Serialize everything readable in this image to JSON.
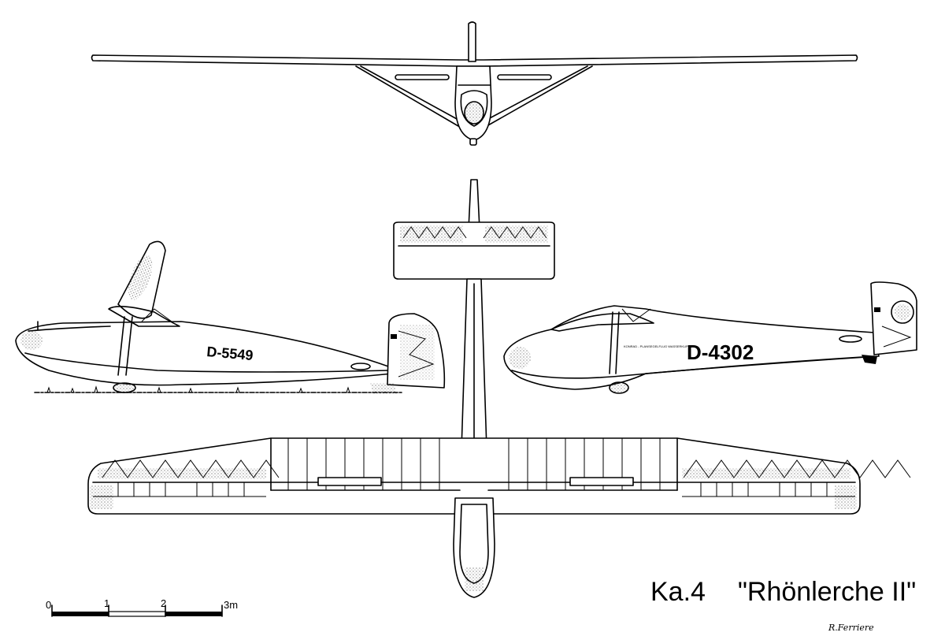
{
  "title": {
    "model": "Ka.4",
    "name": "\"Rhönlerche II\""
  },
  "credit": "R.Ferriere",
  "scale": {
    "labels": [
      "0",
      "1",
      "2",
      "3m"
    ]
  },
  "views": {
    "side_left_registration": "D-5549",
    "side_right_registration": "D-4302",
    "side_right_small_text": "KONRAD - PLANSEGELFLUG WASSERKUPPE"
  }
}
